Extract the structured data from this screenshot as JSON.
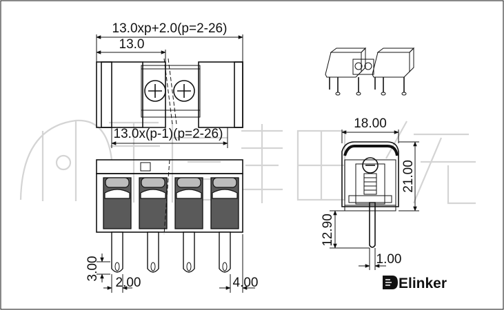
{
  "colors": {
    "line": "#111111",
    "body_fill": "#7a7a7a",
    "body_dark": "#4a4a4a",
    "screw_fill": "#bcbcbc",
    "watermark": "#d4d4d4",
    "background": "#ffffff"
  },
  "dimensions": {
    "total_length": "13.0xp+2.0(p=2-26)",
    "pitch_top": "13.0",
    "pitch_bottom": "13.0x(p-1)(p=2-26)",
    "width": "18.00",
    "height": "21.00",
    "pin_length": "12.90",
    "pin_thickness": "1.00",
    "pin_tip": "3.00",
    "pin_width": "2.00",
    "pin_offset": "4.00"
  },
  "brand": {
    "name": "Elinker",
    "icon": "elinker-logo-icon"
  },
  "views": {
    "top_view": "terminal-block-top-view",
    "front_view": "terminal-block-front-view",
    "iso_view": "terminal-block-isometric-view",
    "side_view": "terminal-block-side-view",
    "watermark": "watermark-graphic"
  }
}
